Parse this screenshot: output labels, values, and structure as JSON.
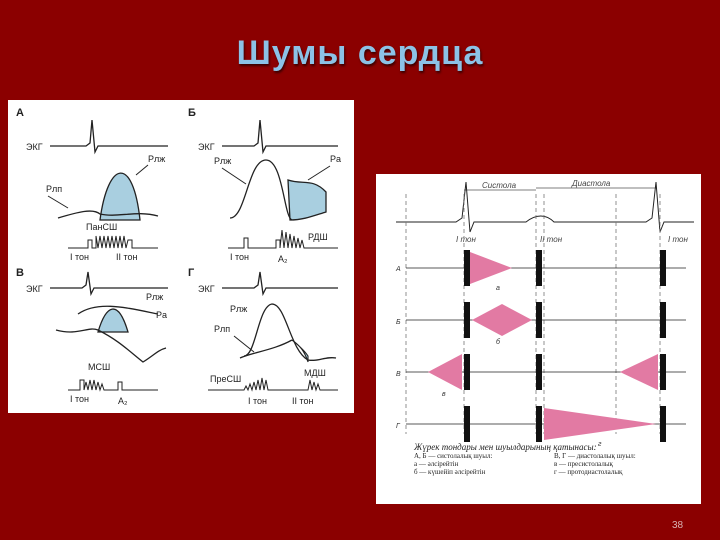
{
  "slide": {
    "title": "Шумы сердца",
    "page_number": "38"
  },
  "left_figure": {
    "panels": {
      "A": {
        "letter": "А",
        "ecg": "ЭКГ",
        "p1": "Pлж",
        "p2": "Pлп",
        "murmur": "ПанСШ",
        "t1": "I тон",
        "t2": "II тон"
      },
      "B": {
        "letter": "Б",
        "ecg": "ЭКГ",
        "p1": "Pлж",
        "p2": "Pа",
        "murmur": "РДШ",
        "t1": "I тон",
        "t2": "A₂"
      },
      "V": {
        "letter": "В",
        "ecg": "ЭКГ",
        "p1": "Pлж",
        "p2": "Pа",
        "murmur": "МСШ",
        "t1": "I тон",
        "t2": "A₂"
      },
      "G": {
        "letter": "Г",
        "ecg": "ЭКГ",
        "p1": "Pлж",
        "p2": "Pлп",
        "murmur1": "ПреСШ",
        "murmur2": "МДШ",
        "t1": "I тон",
        "t2": "II тон"
      }
    }
  },
  "right_figure": {
    "systole": "Систола",
    "diastole": "Диастола",
    "tone1": "I тон",
    "tone2": "II тон",
    "tone1b": "I тон",
    "rows": [
      {
        "label": "А",
        "sub": "а"
      },
      {
        "label": "Б",
        "sub": "б"
      },
      {
        "label": "В",
        "sub": "в"
      },
      {
        "label": "Г",
        "sub": "г"
      }
    ],
    "legend": {
      "heading": "Жүрек тондары мен шуылдарының қатынасы:",
      "col1": [
        "А, Б — систолалық шуыл:",
        "а — әлсірейтін",
        "б — күшейіп әлсірейтін"
      ],
      "col2": [
        "В, Г — диастолалық шуыл:",
        "в — пресистолалық",
        "г — протодиастолалық"
      ]
    }
  },
  "colors": {
    "background": "#8b0000",
    "title": "#8cc2e6",
    "fill_blue": "#a9cfe0",
    "fill_pink": "#e27aa3"
  }
}
